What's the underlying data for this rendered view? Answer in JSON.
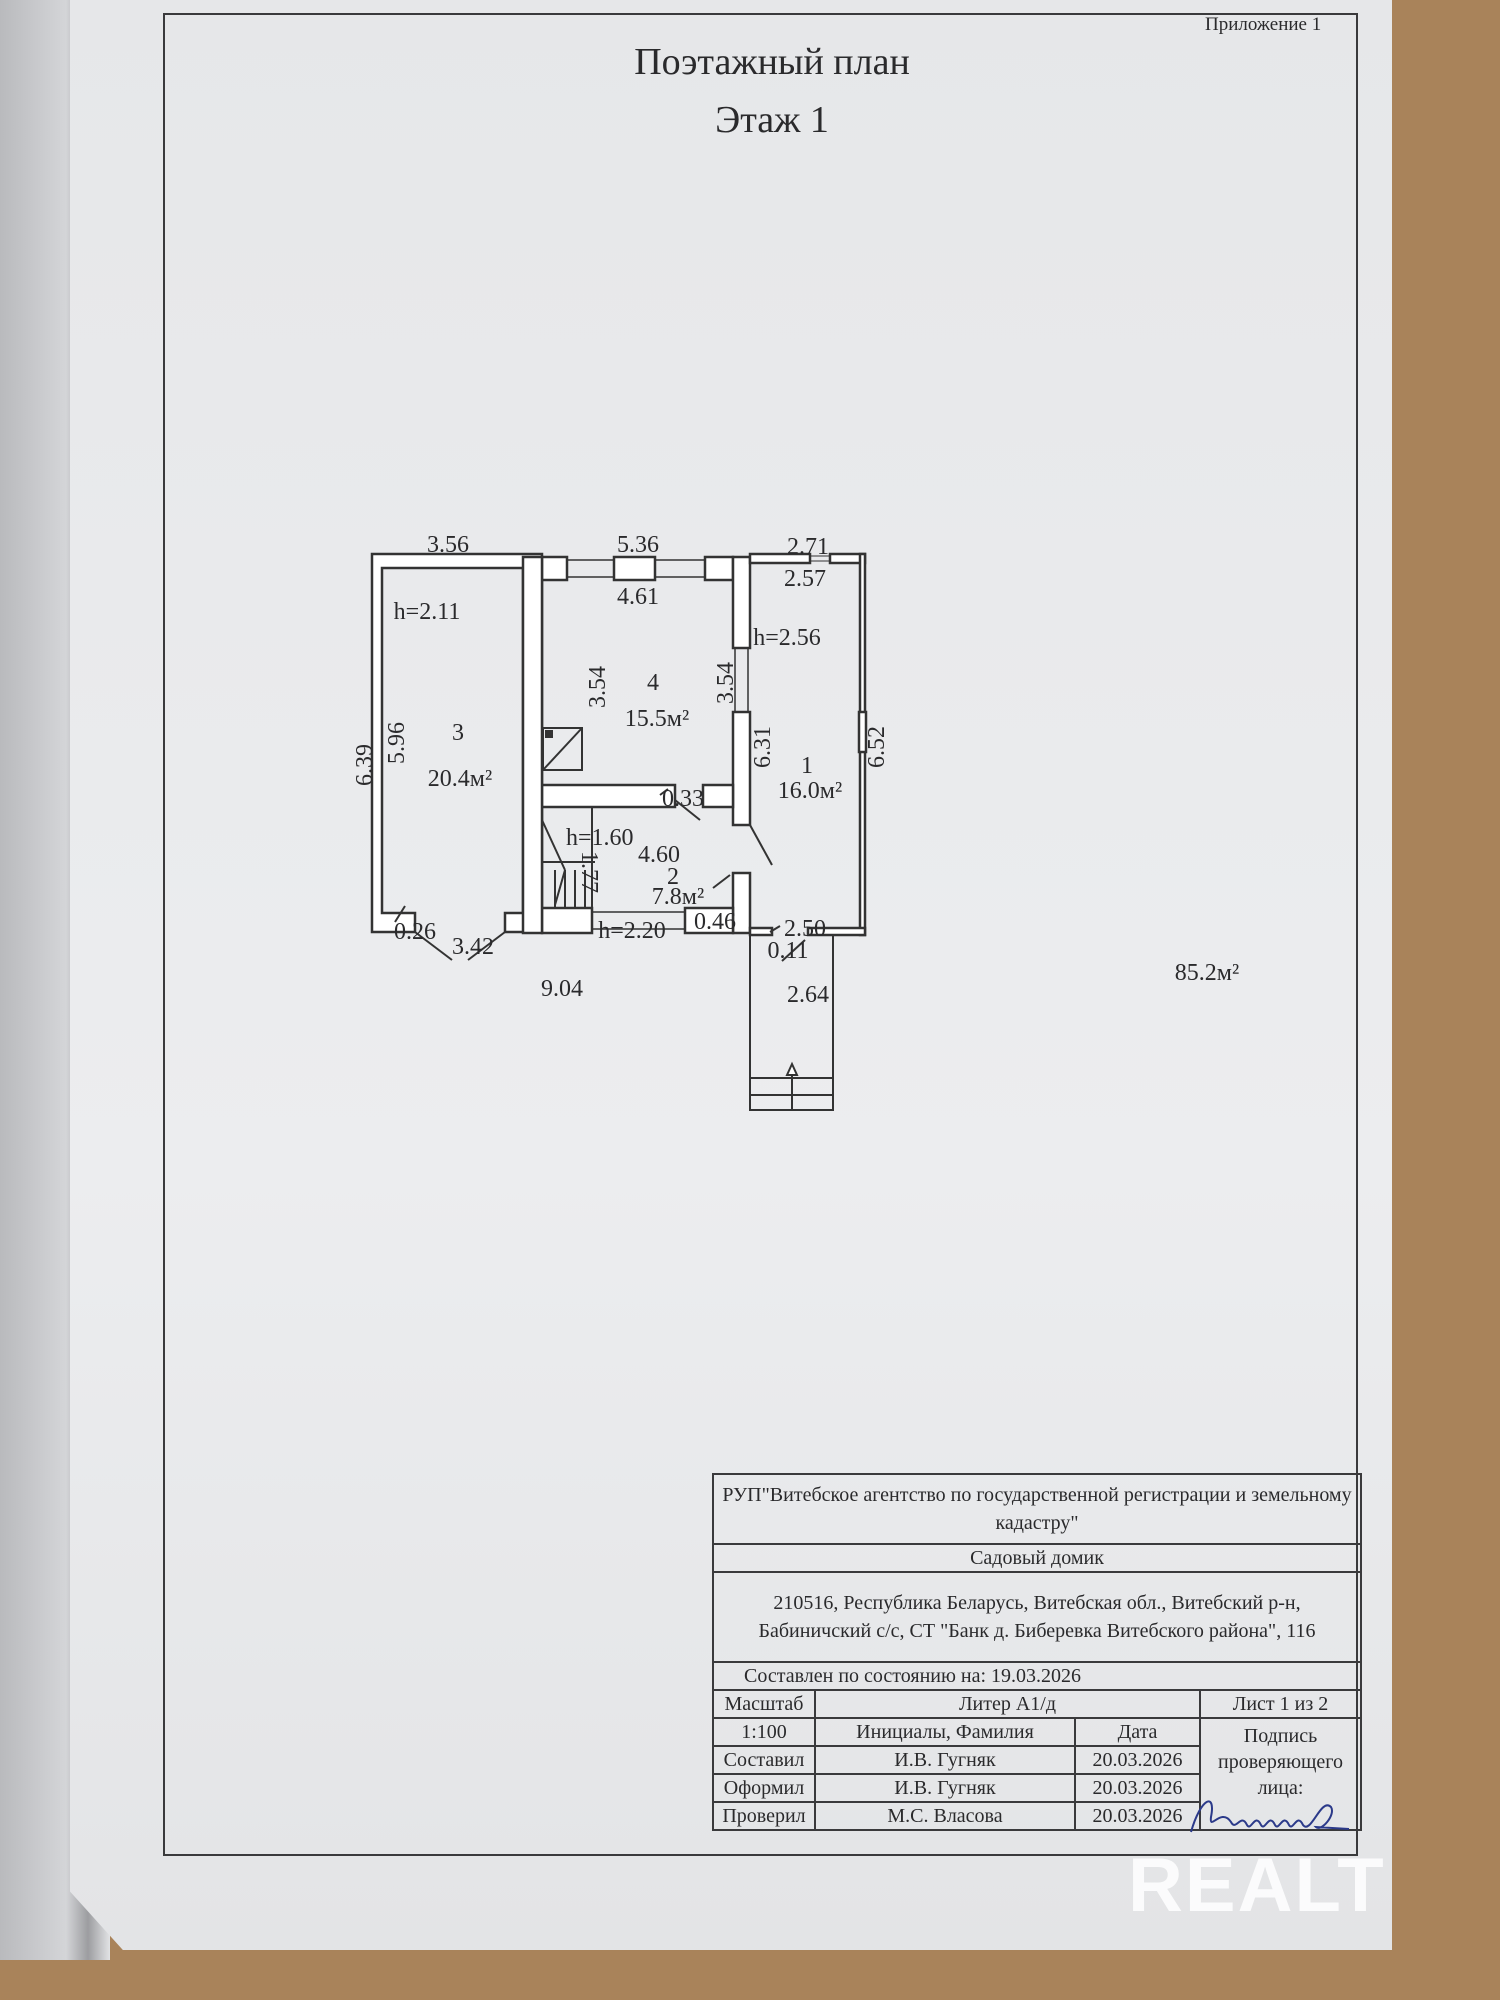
{
  "document": {
    "appendix": "Приложение 1",
    "title": "Поэтажный план",
    "floor": "Этаж  1"
  },
  "plan": {
    "rooms": [
      {
        "number": "1",
        "area": "16.0м²"
      },
      {
        "number": "2",
        "area": "7.8м²"
      },
      {
        "number": "3",
        "area": "20.4м²"
      },
      {
        "number": "4",
        "area": "15.5м²"
      }
    ],
    "heights": [
      "h=2.11",
      "h=2.56",
      "h=1.60",
      "h=2.20"
    ],
    "dims": {
      "top_left": "3.56",
      "top_mid": "5.36",
      "top_right": "2.71",
      "right_inner_top": "2.57",
      "room4_width": "4.61",
      "room4_left": "3.54",
      "room4_right": "3.54",
      "outer_left": "6.39",
      "room3_height": "5.96",
      "room1_left": "6.31",
      "outer_right": "6.52",
      "partition": "0.33",
      "room2_width": "4.60",
      "stair": "1.77",
      "stub": "0.46",
      "room1_bottom": "2.50",
      "door_left": "0.26",
      "room3_width": "3.42",
      "door_right": "0.11",
      "bottom_total": "9.04",
      "porch": "2.64"
    },
    "total_area": "85.2м²"
  },
  "stamp": {
    "org": "РУП\"Витебское агентство по государственной регистрации и земельному кадастру\"",
    "object": "Садовый домик",
    "address": "210516, Республика Беларусь, Витебская обл., Витебский р-н, Бабиничский с/с, СТ \"Банк д. Биберевка Витебского района\", 116",
    "state_date": "Составлен по состоянию на: 19.03.2026",
    "scale_label": "Масштаб",
    "scale": "1:100",
    "liter": "Литер  А1/д",
    "sheet": "Лист  1  из 2",
    "col_name": "Инициалы, Фамилия",
    "col_date": "Дата",
    "signature_label": "Подпись проверяющего лица:",
    "rows": [
      {
        "role": "Составил",
        "name": "И.В. Гугняк",
        "date": "20.03.2026"
      },
      {
        "role": "Оформил",
        "name": "И.В. Гугняк",
        "date": "20.03.2026"
      },
      {
        "role": "Проверил",
        "name": "М.С. Власова",
        "date": "20.03.2026"
      }
    ]
  },
  "watermark": "REALT"
}
